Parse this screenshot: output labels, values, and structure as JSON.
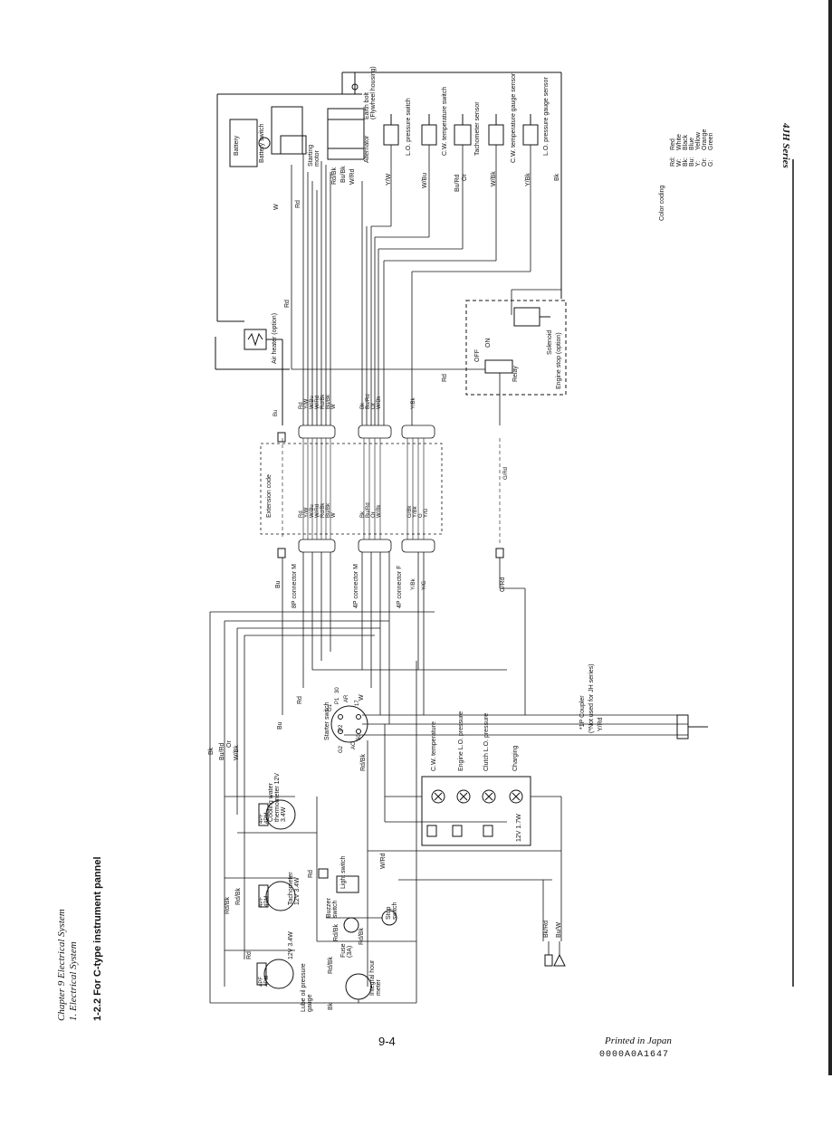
{
  "header": {
    "chapter": "Chapter 9 Electrical System",
    "section": "1. Electrical System",
    "series": "4JH  Series",
    "subsection": "1-2.2 For C-type instrument pannel"
  },
  "engine_components": {
    "battery": "Battery",
    "battery_switch": "Battery switch",
    "starting_motor": "Starting motor",
    "alternator": "Alternator",
    "earth_bolt": "Earth bolt (Flywheel housing)",
    "lo_pressure_switch": "L.O. pressure switch",
    "cw_temperature_switch": "C.W. temperature switch",
    "tachometer_sensor": "Tachometer sensor",
    "cw_temperature_gauge_sensor": "C.W. temperature gauge sensor",
    "lo_pressure_gauge_sensor": "L.O. pressure gauge sensor",
    "air_heater": "Air heater (option)",
    "solenoid": "Solenoid",
    "engine_stop": "Engine stop (option)",
    "relay": "Relay",
    "off": "OFF",
    "on": "ON"
  },
  "wire_labels": {
    "engine_side": [
      "Rd",
      "W",
      "Y/W",
      "W/Bu",
      "Bu/Rd",
      "Or",
      "W/Bk",
      "Y/Bk",
      "Bk",
      "Bu/Bk",
      "Rd/Bk",
      "W/Rd"
    ],
    "bundle1": [
      "Rd",
      "Y/W",
      "W/Bu",
      "W/Rd",
      "Rd/Bk",
      "Bu/Bk",
      "W"
    ],
    "bundle2": [
      "Bk",
      "Bu/Rd",
      "Or",
      "W/Bk"
    ],
    "bundle3": [
      "Y/Bk"
    ],
    "ext_bundle1": [
      "Rd",
      "Y/W",
      "W/Bu",
      "W/Rd",
      "Rd/Bk",
      "Bu/Bk",
      "W"
    ],
    "ext_bundle2": [
      "Bk",
      "Bu/Rd",
      "Or",
      "W/Bk"
    ],
    "ext_bundle3": [
      "G/Bk",
      "Y/Bk",
      "G",
      "Y/G"
    ],
    "bu": "Bu",
    "grd": "G/Rd",
    "rd": "Rd"
  },
  "connectors": {
    "extension": "Extension code",
    "c8p": "8P connector M",
    "c4p_m": "4P connector M",
    "c4p_f": "4P connector F",
    "c1p": "*1P Coupler",
    "c1p_note": "(*Not used for JH series)"
  },
  "panel": {
    "starter_switch": "Starter switch",
    "switch_terminals": [
      "G1",
      "P1",
      "30",
      "AR",
      "17",
      "P2",
      "G2",
      "AC",
      "50"
    ],
    "cw_temperature": "C.W. temperature",
    "engine_lo_pressure": "Engine L.O. pressure",
    "clutch_lo_pressure": "Clutch L.O. pressure",
    "charging": "Charging",
    "lamp_rating": "12V 1.7W",
    "cooling_water_thermometer": "Cooling water thermometer 12V 3.4W",
    "tachometer": "Tachometer 12V 3.4W",
    "light_switch": "Light switch",
    "buzzer_switch": "Buzzer switch",
    "stop_switch": "Stop switch",
    "fuse": "Fuse (3A)",
    "lube_oil_gauge": "Lube oil pressure gauge",
    "lube_rating": "12V 3.4W",
    "hour_meter": "Integral hour meter",
    "four_pf": "4PF",
    "four_pm": "4PM",
    "wire_bk": "Bk",
    "wire_rdbk": "Rd/Bk",
    "wire_burd": "Bu/Rd",
    "wire_or": "Or",
    "wire_wbk": "W/Bk",
    "wire_wrd": "W/Rd",
    "wire_bkrd": "Bk/Rd",
    "wire_buw": "Bu/W",
    "wire_yrd": "Y/Rd",
    "wire_yg": "Y/G"
  },
  "color_coding": {
    "title": "Color coding",
    "entries": [
      {
        "code": "Rd:",
        "name": "Red"
      },
      {
        "code": "W:",
        "name": "White"
      },
      {
        "code": "Bk:",
        "name": "Black"
      },
      {
        "code": "Bu:",
        "name": "Blue"
      },
      {
        "code": "Y:",
        "name": "Yellow"
      },
      {
        "code": "Or:",
        "name": "Orange"
      },
      {
        "code": "G:",
        "name": "Green"
      }
    ]
  },
  "footer": {
    "page_number": "9-4",
    "printed": "Printed in Japan",
    "code": "0000A0A1647"
  }
}
